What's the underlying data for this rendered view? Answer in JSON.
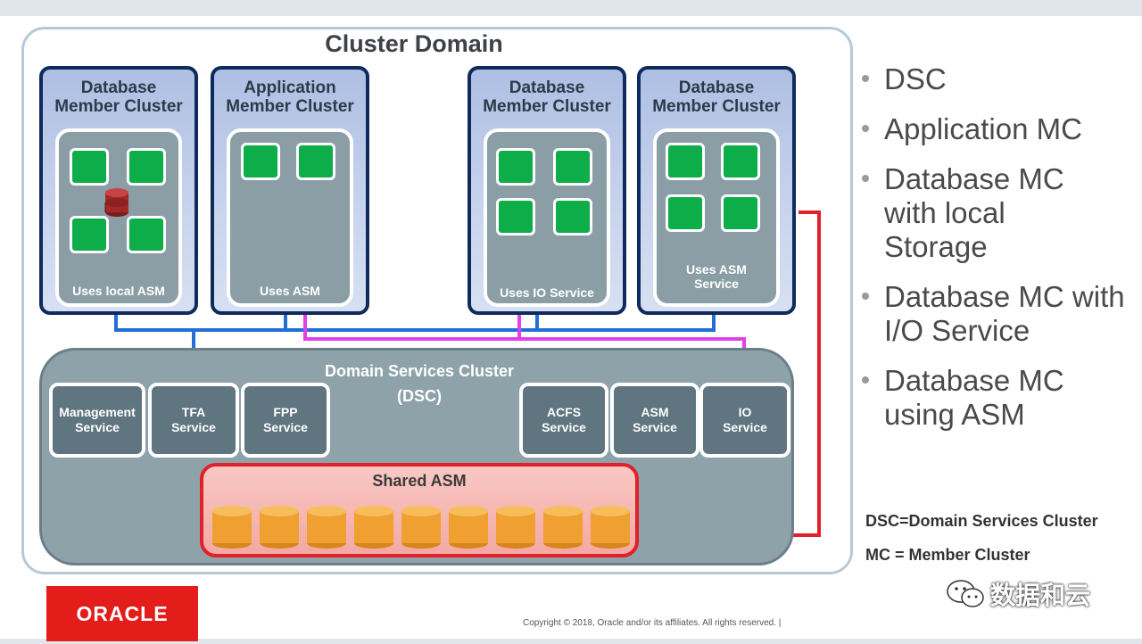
{
  "colors": {
    "member_border": "#0f2a5c",
    "node_green": "#0dad4a",
    "dsc_fill": "#8ea2aa",
    "service_fill": "#5f7580",
    "blue_link": "#1f6fd6",
    "magenta_link": "#e040e8",
    "red_link": "#e2202a",
    "disk_orange": "#f0a030",
    "oracle_red": "#e31d1a"
  },
  "cluster_domain": {
    "title": "Cluster Domain"
  },
  "member_clusters": [
    {
      "title": "Database Member Cluster",
      "caption": "Uses local ASM",
      "nodes": 4,
      "has_local_storage_icon": true
    },
    {
      "title": "Application Member Cluster",
      "caption": "Uses ASM",
      "nodes": 2,
      "has_local_storage_icon": false
    },
    {
      "title": "Database Member Cluster",
      "caption": "Uses IO Service",
      "nodes": 4,
      "has_local_storage_icon": false
    },
    {
      "title": "Database Member Cluster",
      "caption": "Uses ASM Service",
      "nodes": 4,
      "has_local_storage_icon": false
    }
  ],
  "dsc": {
    "title_line1": "Domain Services Cluster",
    "title_line2": "(DSC)",
    "services": [
      {
        "name": "Management Service"
      },
      {
        "name": "TFA Service"
      },
      {
        "name": "FPP Service"
      },
      {
        "name": "ACFS Service"
      },
      {
        "name": "ASM Service"
      },
      {
        "name": "IO Service"
      }
    ],
    "shared_asm": {
      "title": "Shared ASM",
      "disks": 9
    }
  },
  "bullets": [
    "DSC",
    "Application MC",
    "Database MC with local Storage",
    "Database MC with I/O Service",
    "Database MC using ASM"
  ],
  "notes": [
    "DSC=Domain Services Cluster",
    "MC = Member Cluster"
  ],
  "footer": {
    "logo_text": "ORACLE",
    "copyright": "Copyright © 2018, Oracle and/or its affiliates. All rights reserved.  |",
    "watermark": "数据和云"
  }
}
